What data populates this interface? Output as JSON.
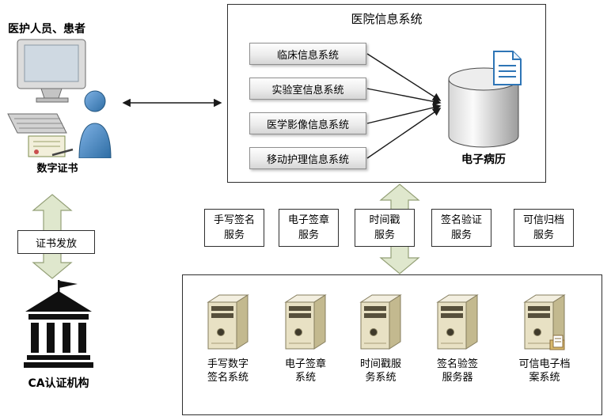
{
  "style": {
    "block_arrow_fill": "#dfe7cd",
    "block_arrow_stroke": "#94a077",
    "doc_blue": "#2e75b6"
  },
  "icons": {
    "workstation_user": "computer-user-icon",
    "digital_certificate": "certificate-icon",
    "ca_authority": "bank-building-icon",
    "emr_database": "database-cylinder-icon",
    "emr_document": "document-icon",
    "server": "server-tower-icon",
    "archive_document": "document-folder-icon"
  },
  "left_column": {
    "users_label": "医护人员、患者",
    "digital_cert_label": "数字证书",
    "cert_issuance_label": "证书发放",
    "ca_label": "CA认证机构"
  },
  "his": {
    "title": "医院信息系统",
    "systems": [
      "临床信息系统",
      "实验室信息系统",
      "医学影像信息系统",
      "移动护理信息系统"
    ],
    "emr_label": "电子病历"
  },
  "services": [
    {
      "l1": "手写签名",
      "l2": "服务"
    },
    {
      "l1": "电子签章",
      "l2": "服务"
    },
    {
      "l1": "时间戳",
      "l2": "服务"
    },
    {
      "l1": "签名验证",
      "l2": "服务"
    },
    {
      "l1": "可信归档",
      "l2": "服务"
    }
  ],
  "platform": {
    "servers": [
      {
        "l1": "手写数字",
        "l2": "签名系统"
      },
      {
        "l1": "电子签章",
        "l2": "系统"
      },
      {
        "l1": "时间戳服",
        "l2": "务系统"
      },
      {
        "l1": "签名验签",
        "l2": "服务器"
      },
      {
        "l1": "可信电子档",
        "l2": "案系统"
      }
    ]
  }
}
